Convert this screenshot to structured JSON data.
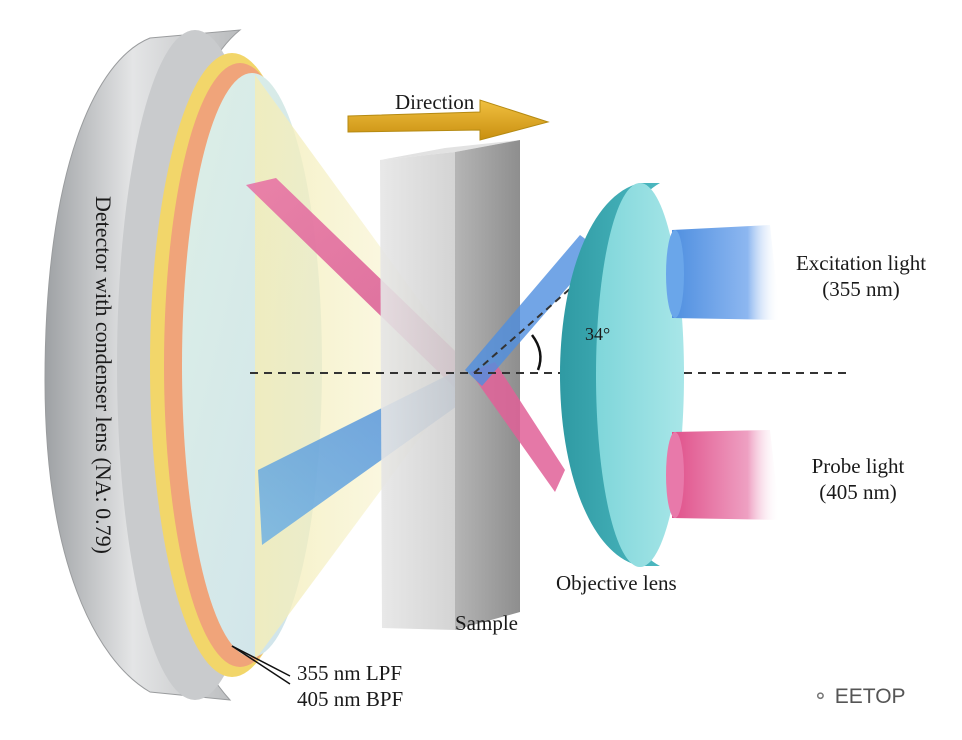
{
  "labels": {
    "direction": "Direction",
    "detector": "Detector with condenser lens (NA: 0.79)",
    "excitation": [
      "Excitation light",
      "(355 nm)"
    ],
    "probe": [
      "Probe light",
      "(405 nm)"
    ],
    "angle": "34°",
    "objective": "Objective lens",
    "sample": "Sample",
    "filters": [
      "355 nm LPF",
      "405 nm BPF"
    ]
  },
  "watermark": {
    "icon": "wechat-icon",
    "text": "EETOP"
  },
  "colors": {
    "direction_arrow": "#d9a21a",
    "excitation_beam": "#4f8fe0",
    "probe_beam": "#e0508a",
    "objective_lens": "#5ec9cf",
    "detector_rim": "#c4c6c8",
    "filter_yellow": "#f2d66a",
    "filter_orange": "#f0a47a",
    "sample": "#c9c9c9"
  }
}
